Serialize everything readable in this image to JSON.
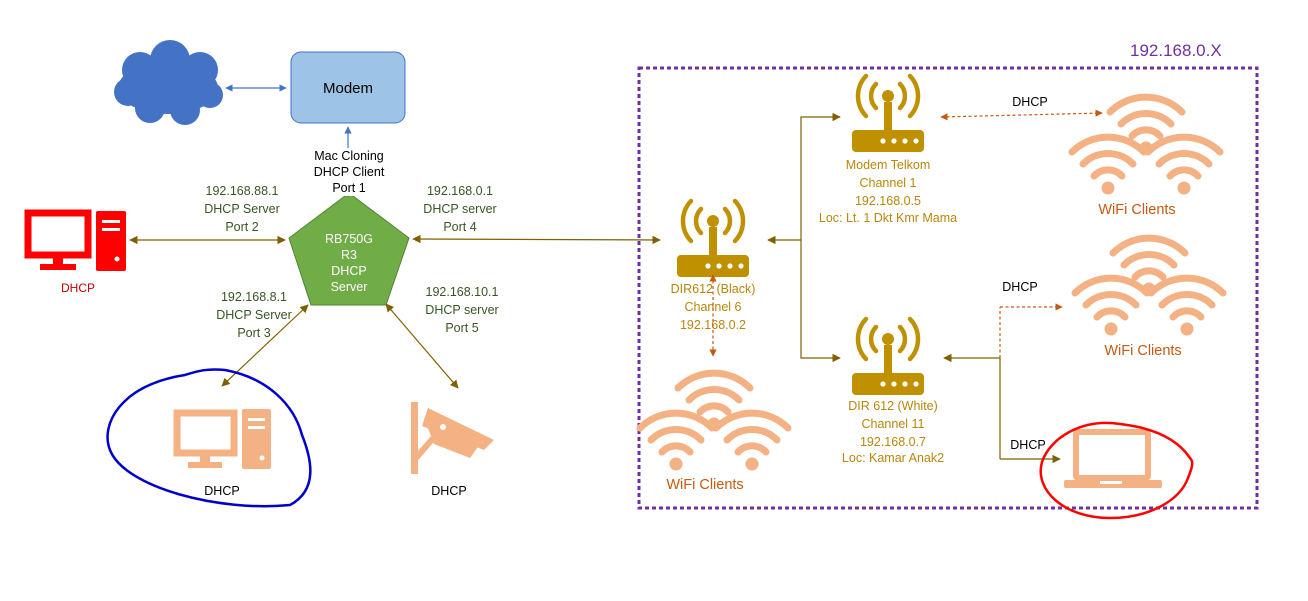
{
  "network_label": "192.168.0.X",
  "modem": {
    "label": "Modem"
  },
  "modem_link": {
    "line1": "Mac Cloning",
    "line2": "DHCP Client",
    "line3": "Port 1"
  },
  "router": {
    "line1": "RB750G",
    "line2": "R3",
    "line3": "DHCP",
    "line4": "Server"
  },
  "port2": {
    "ip": "192.168.88.1",
    "role": "DHCP Server",
    "port": "Port 2"
  },
  "port3": {
    "ip": "192.168.8.1",
    "role": "DHCP Server",
    "port": "Port 3"
  },
  "port4": {
    "ip": "192.168.0.1",
    "role": "DHCP server",
    "port": "Port 4"
  },
  "port5": {
    "ip": "192.168.10.1",
    "role": "DHCP server",
    "port": "Port 5"
  },
  "pc_red": {
    "label": "DHCP"
  },
  "pc_orange": {
    "label": "DHCP"
  },
  "camera": {
    "label": "DHCP"
  },
  "dir612_black": {
    "name": "DIR612 (Black)",
    "channel": "Channel 6",
    "ip": "192.168.0.2"
  },
  "modem_telkom": {
    "name": "Modem Telkom",
    "channel": "Channel 1",
    "ip": "192.168.0.5",
    "loc": "Loc: Lt. 1 Dkt Kmr Mama"
  },
  "dir612_white": {
    "name": "DIR 612 (White)",
    "channel": "Channel 11",
    "ip": "192.168.0.7",
    "loc": "Loc: Kamar Anak2"
  },
  "wifi_black": {
    "label": "WiFi Clients"
  },
  "wifi_telkom": {
    "label": "WiFi Clients",
    "dhcp": "DHCP"
  },
  "wifi_white": {
    "label": "WiFi Clients",
    "dhcp": "DHCP"
  },
  "laptop": {
    "dhcp": "DHCP"
  },
  "colors": {
    "router_green": "#70AD47",
    "modem_blue": "#9DC3E6",
    "cloud_blue": "#4472C4",
    "pc_red": "#FF0000",
    "device_orange": "#F4B183",
    "ap_gold": "#BF9000",
    "boundary_purple": "#7030A0",
    "circle_blue": "#0000CC",
    "circle_red": "#FF0000"
  }
}
